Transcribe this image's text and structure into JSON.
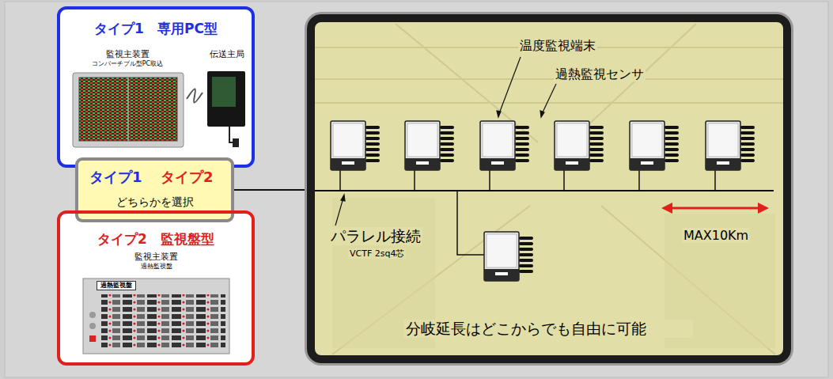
{
  "diagram": {
    "nodes": [
      {
        "text": [
          "タイプ1　専用PC型"
        ]
      },
      {
        "text": [
          "監視主装置",
          "コンバーチブル型PC取込"
        ],
        "in": 0
      },
      {
        "text": [
          "伝送主局"
        ],
        "in": 0
      },
      {
        "text": [
          "タイプ1",
          "タイプ2",
          "どちらかを選択"
        ]
      },
      {
        "text": [
          "タイプ2　監視盤型"
        ]
      },
      {
        "text": [
          "監視主装置",
          "過熱監視盤",
          "過熱監視盤"
        ],
        "in": 4
      },
      {
        "text": [
          "分岐延長はどこからでも自由に可能"
        ]
      }
    ],
    "edges": [
      {
        "from": 1,
        "to": 2,
        "arrow": "none"
      },
      {
        "from": 3,
        "to": 6,
        "arrow": "none"
      }
    ],
    "labels": [
      "温度監視端末",
      "過熱監視センサ",
      "パラレル接続",
      "VCTF 2sq4芯",
      "MAX10Km"
    ]
  }
}
